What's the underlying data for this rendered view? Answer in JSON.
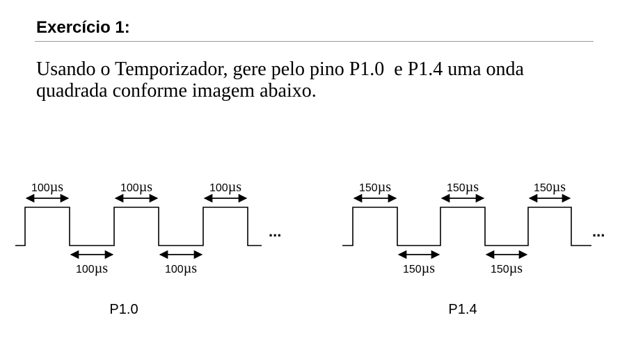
{
  "title": "Exercício 1:",
  "statement": {
    "line1": "Usando o Temporizador, gere pelo pino P1.0  e P1.4 uma onda",
    "line2": "quadrada conforme imagem abaixo."
  },
  "waveforms": [
    {
      "id": "p10",
      "caption": "P1.0",
      "high_time": {
        "value": "100",
        "unit": "µs"
      },
      "low_time": {
        "value": "100",
        "unit": "µs"
      },
      "ellipsis": "..."
    },
    {
      "id": "p14",
      "caption": "P1.4",
      "high_time": {
        "value": "150",
        "unit": "µs"
      },
      "low_time": {
        "value": "150",
        "unit": "µs"
      },
      "ellipsis": "..."
    }
  ]
}
